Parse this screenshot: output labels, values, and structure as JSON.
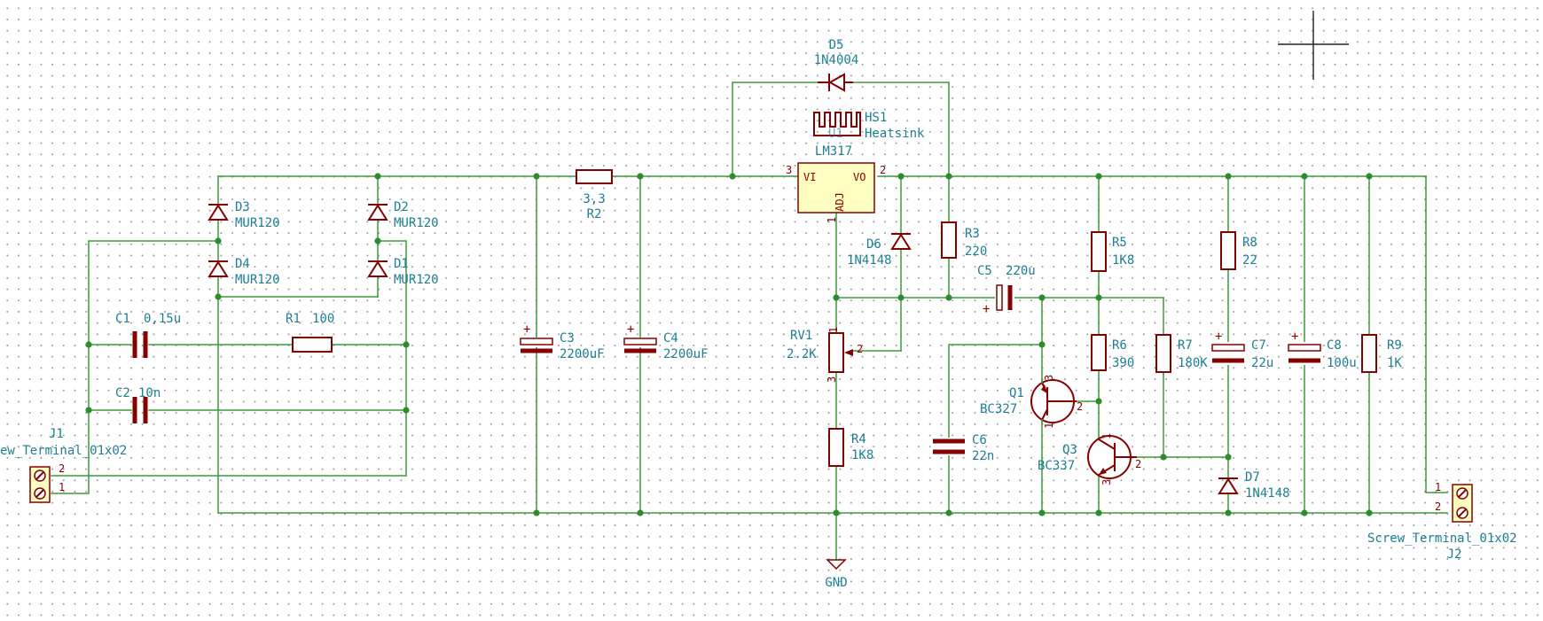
{
  "net_ground": "GND",
  "components": {
    "d5": {
      "ref": "D5",
      "value": "1N4004"
    },
    "hs1": {
      "ref": "HS1",
      "value": "Heatsink"
    },
    "u1": {
      "ref": "U1",
      "value": "LM317",
      "pin_vi": "VI",
      "pin_vo": "VO",
      "pin_adj": "ADJ",
      "pin1": "1",
      "pin2": "2",
      "pin3": "3"
    },
    "d3": {
      "ref": "D3",
      "value": "MUR120"
    },
    "d2": {
      "ref": "D2",
      "value": "MUR120"
    },
    "d4": {
      "ref": "D4",
      "value": "MUR120"
    },
    "d1": {
      "ref": "D1",
      "value": "MUR120"
    },
    "r2": {
      "ref": "R2",
      "value": "3,3"
    },
    "c1": {
      "ref": "C1",
      "value": "0,15u"
    },
    "r1": {
      "ref": "R1",
      "value": "100"
    },
    "c2": {
      "ref": "C2",
      "value": "10n"
    },
    "c3": {
      "ref": "C3",
      "value": "2200uF"
    },
    "c4": {
      "ref": "C4",
      "value": "2200uF"
    },
    "j1": {
      "ref": "J1",
      "value": "ew_Terminal_01x02",
      "pin1": "1",
      "pin2": "2"
    },
    "d6": {
      "ref": "D6",
      "value": "1N4148"
    },
    "r3": {
      "ref": "R3",
      "value": "220"
    },
    "c5": {
      "ref": "C5",
      "value": "220u"
    },
    "rv1": {
      "ref": "RV1",
      "value": "2.2K",
      "pin1": "1",
      "pin2": "2",
      "pin3": "3"
    },
    "r4": {
      "ref": "R4",
      "value": "1K8"
    },
    "c6": {
      "ref": "C6",
      "value": "22n"
    },
    "q1": {
      "ref": "Q1",
      "value": "BC327",
      "pin1": "1",
      "pin2": "2",
      "pin3": "3"
    },
    "q3": {
      "ref": "Q3",
      "value": "BC337",
      "pin1": "1",
      "pin2": "2",
      "pin3": "3"
    },
    "r5": {
      "ref": "R5",
      "value": "1K8"
    },
    "r6": {
      "ref": "R6",
      "value": "390"
    },
    "r7": {
      "ref": "R7",
      "value": "180K"
    },
    "r8": {
      "ref": "R8",
      "value": "22"
    },
    "c7": {
      "ref": "C7",
      "value": "22u"
    },
    "d7": {
      "ref": "D7",
      "value": "1N4148"
    },
    "c8": {
      "ref": "C8",
      "value": "100u"
    },
    "r9": {
      "ref": "R9",
      "value": "1K"
    },
    "j2": {
      "ref": "J2",
      "value": "Screw_Terminal_01x02",
      "pin1": "1",
      "pin2": "2"
    }
  },
  "colors": {
    "wire": "#3c9a3c",
    "symbol": "#870000",
    "label": "#1d7f91",
    "ic_fill": "#ffffc2"
  }
}
